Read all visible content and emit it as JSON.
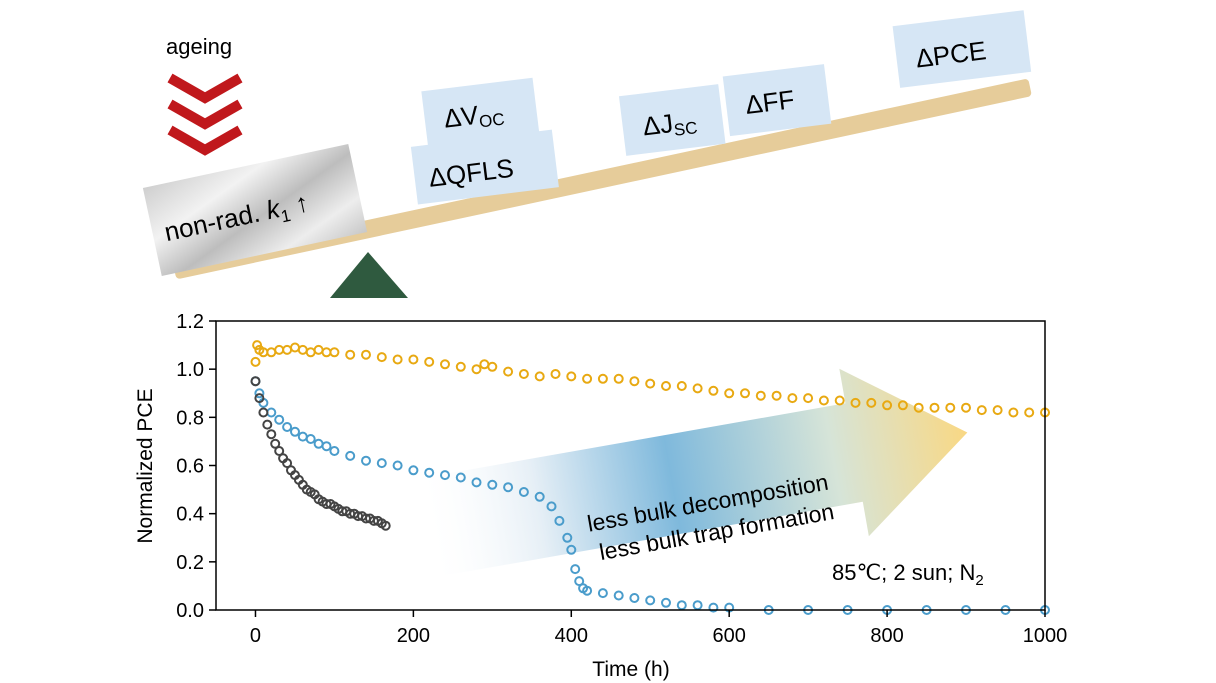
{
  "diagram": {
    "ageing_label": "ageing",
    "arrow_color": "#c0181c",
    "left_box": {
      "text_main": "non-rad. ",
      "text_k": "k",
      "text_sub": "1",
      "text_arrow": " ↑"
    },
    "boxes": [
      {
        "name": "voc",
        "main": "ΔV",
        "sub": "OC"
      },
      {
        "name": "qfls",
        "main": "ΔQFLS",
        "sub": ""
      },
      {
        "name": "jsc",
        "main": "ΔJ",
        "sub": "SC"
      },
      {
        "name": "ff",
        "main": "ΔFF",
        "sub": ""
      },
      {
        "name": "pce",
        "main": "ΔPCE",
        "sub": ""
      }
    ],
    "beam_color": "#e6cc9a",
    "fulcrum_color": "#2f5a3f",
    "box_color": "#d6e6f5"
  },
  "chart_data": {
    "type": "scatter",
    "xlabel": "Time (h)",
    "ylabel": "Normalized PCE",
    "xlim": [
      -50,
      1000
    ],
    "ylim": [
      0,
      1.2
    ],
    "xticks": [
      "0",
      "200",
      "400",
      "600",
      "800",
      "1000"
    ],
    "yticks": [
      "0.0",
      "0.2",
      "0.4",
      "0.6",
      "0.8",
      "1.0",
      "1.2"
    ],
    "grid": false,
    "annotation_line1": "less bulk decomposition",
    "annotation_line2": "less bulk trap formation",
    "conditions_main": "85℃; 2 sun; N",
    "conditions_sub": "2",
    "series": [
      {
        "color": "#e8a912",
        "points": [
          [
            0,
            1.03
          ],
          [
            2,
            1.1
          ],
          [
            5,
            1.08
          ],
          [
            10,
            1.07
          ],
          [
            20,
            1.07
          ],
          [
            30,
            1.08
          ],
          [
            40,
            1.08
          ],
          [
            50,
            1.09
          ],
          [
            60,
            1.08
          ],
          [
            70,
            1.07
          ],
          [
            80,
            1.08
          ],
          [
            90,
            1.07
          ],
          [
            100,
            1.07
          ],
          [
            120,
            1.06
          ],
          [
            140,
            1.06
          ],
          [
            160,
            1.05
          ],
          [
            180,
            1.04
          ],
          [
            200,
            1.04
          ],
          [
            220,
            1.03
          ],
          [
            240,
            1.02
          ],
          [
            260,
            1.01
          ],
          [
            280,
            1.0
          ],
          [
            290,
            1.02
          ],
          [
            300,
            1.01
          ],
          [
            320,
            0.99
          ],
          [
            340,
            0.98
          ],
          [
            360,
            0.97
          ],
          [
            380,
            0.98
          ],
          [
            400,
            0.97
          ],
          [
            420,
            0.96
          ],
          [
            440,
            0.96
          ],
          [
            460,
            0.96
          ],
          [
            480,
            0.95
          ],
          [
            500,
            0.94
          ],
          [
            520,
            0.93
          ],
          [
            540,
            0.93
          ],
          [
            560,
            0.92
          ],
          [
            580,
            0.91
          ],
          [
            600,
            0.9
          ],
          [
            620,
            0.9
          ],
          [
            640,
            0.89
          ],
          [
            660,
            0.89
          ],
          [
            680,
            0.88
          ],
          [
            700,
            0.88
          ],
          [
            720,
            0.87
          ],
          [
            740,
            0.87
          ],
          [
            760,
            0.86
          ],
          [
            780,
            0.86
          ],
          [
            800,
            0.85
          ],
          [
            820,
            0.85
          ],
          [
            840,
            0.84
          ],
          [
            860,
            0.84
          ],
          [
            880,
            0.84
          ],
          [
            900,
            0.84
          ],
          [
            920,
            0.83
          ],
          [
            940,
            0.83
          ],
          [
            960,
            0.82
          ],
          [
            980,
            0.82
          ],
          [
            1000,
            0.82
          ]
        ]
      },
      {
        "color": "#4a9ccb",
        "points": [
          [
            0,
            0.95
          ],
          [
            5,
            0.9
          ],
          [
            10,
            0.86
          ],
          [
            20,
            0.82
          ],
          [
            30,
            0.79
          ],
          [
            40,
            0.76
          ],
          [
            50,
            0.74
          ],
          [
            60,
            0.72
          ],
          [
            70,
            0.71
          ],
          [
            80,
            0.69
          ],
          [
            90,
            0.68
          ],
          [
            100,
            0.66
          ],
          [
            120,
            0.64
          ],
          [
            140,
            0.62
          ],
          [
            160,
            0.61
          ],
          [
            180,
            0.6
          ],
          [
            200,
            0.58
          ],
          [
            220,
            0.57
          ],
          [
            240,
            0.56
          ],
          [
            260,
            0.55
          ],
          [
            280,
            0.53
          ],
          [
            300,
            0.52
          ],
          [
            320,
            0.51
          ],
          [
            340,
            0.49
          ],
          [
            360,
            0.47
          ],
          [
            375,
            0.43
          ],
          [
            385,
            0.37
          ],
          [
            395,
            0.3
          ],
          [
            400,
            0.25
          ],
          [
            405,
            0.17
          ],
          [
            410,
            0.12
          ],
          [
            415,
            0.09
          ],
          [
            420,
            0.08
          ],
          [
            440,
            0.07
          ],
          [
            460,
            0.06
          ],
          [
            480,
            0.05
          ],
          [
            500,
            0.04
          ],
          [
            520,
            0.03
          ],
          [
            540,
            0.02
          ],
          [
            560,
            0.02
          ],
          [
            580,
            0.01
          ],
          [
            600,
            0.01
          ],
          [
            650,
            0.0
          ],
          [
            700,
            0.0
          ],
          [
            750,
            0.0
          ],
          [
            800,
            0.0
          ],
          [
            850,
            0.0
          ],
          [
            900,
            0.0
          ],
          [
            950,
            0.0
          ],
          [
            1000,
            0.0
          ]
        ]
      },
      {
        "color": "#444444",
        "points": [
          [
            0,
            0.95
          ],
          [
            5,
            0.88
          ],
          [
            10,
            0.82
          ],
          [
            15,
            0.77
          ],
          [
            20,
            0.73
          ],
          [
            25,
            0.69
          ],
          [
            30,
            0.66
          ],
          [
            35,
            0.63
          ],
          [
            40,
            0.61
          ],
          [
            45,
            0.58
          ],
          [
            50,
            0.56
          ],
          [
            55,
            0.54
          ],
          [
            60,
            0.52
          ],
          [
            65,
            0.5
          ],
          [
            70,
            0.49
          ],
          [
            75,
            0.48
          ],
          [
            80,
            0.46
          ],
          [
            85,
            0.45
          ],
          [
            90,
            0.44
          ],
          [
            95,
            0.44
          ],
          [
            100,
            0.43
          ],
          [
            105,
            0.42
          ],
          [
            110,
            0.41
          ],
          [
            115,
            0.41
          ],
          [
            120,
            0.4
          ],
          [
            125,
            0.4
          ],
          [
            130,
            0.39
          ],
          [
            135,
            0.39
          ],
          [
            140,
            0.38
          ],
          [
            145,
            0.38
          ],
          [
            150,
            0.37
          ],
          [
            155,
            0.37
          ],
          [
            160,
            0.36
          ],
          [
            165,
            0.35
          ]
        ]
      }
    ]
  }
}
